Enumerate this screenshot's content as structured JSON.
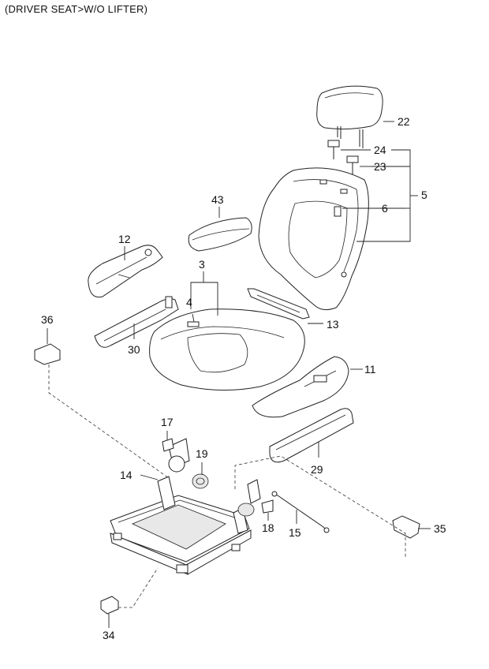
{
  "header": {
    "title": "(DRIVER SEAT>W/O LIFTER)"
  },
  "callouts": [
    {
      "id": "22",
      "label": "22"
    },
    {
      "id": "24",
      "label": "24"
    },
    {
      "id": "23",
      "label": "23"
    },
    {
      "id": "5",
      "label": "5"
    },
    {
      "id": "43",
      "label": "43"
    },
    {
      "id": "6",
      "label": "6"
    },
    {
      "id": "12",
      "label": "12"
    },
    {
      "id": "3",
      "label": "3"
    },
    {
      "id": "4",
      "label": "4"
    },
    {
      "id": "36",
      "label": "36"
    },
    {
      "id": "30",
      "label": "30"
    },
    {
      "id": "13",
      "label": "13"
    },
    {
      "id": "11",
      "label": "11"
    },
    {
      "id": "17",
      "label": "17"
    },
    {
      "id": "19",
      "label": "19"
    },
    {
      "id": "14",
      "label": "14"
    },
    {
      "id": "29",
      "label": "29"
    },
    {
      "id": "18",
      "label": "18"
    },
    {
      "id": "15",
      "label": "15"
    },
    {
      "id": "35",
      "label": "35"
    },
    {
      "id": "34",
      "label": "34"
    }
  ]
}
